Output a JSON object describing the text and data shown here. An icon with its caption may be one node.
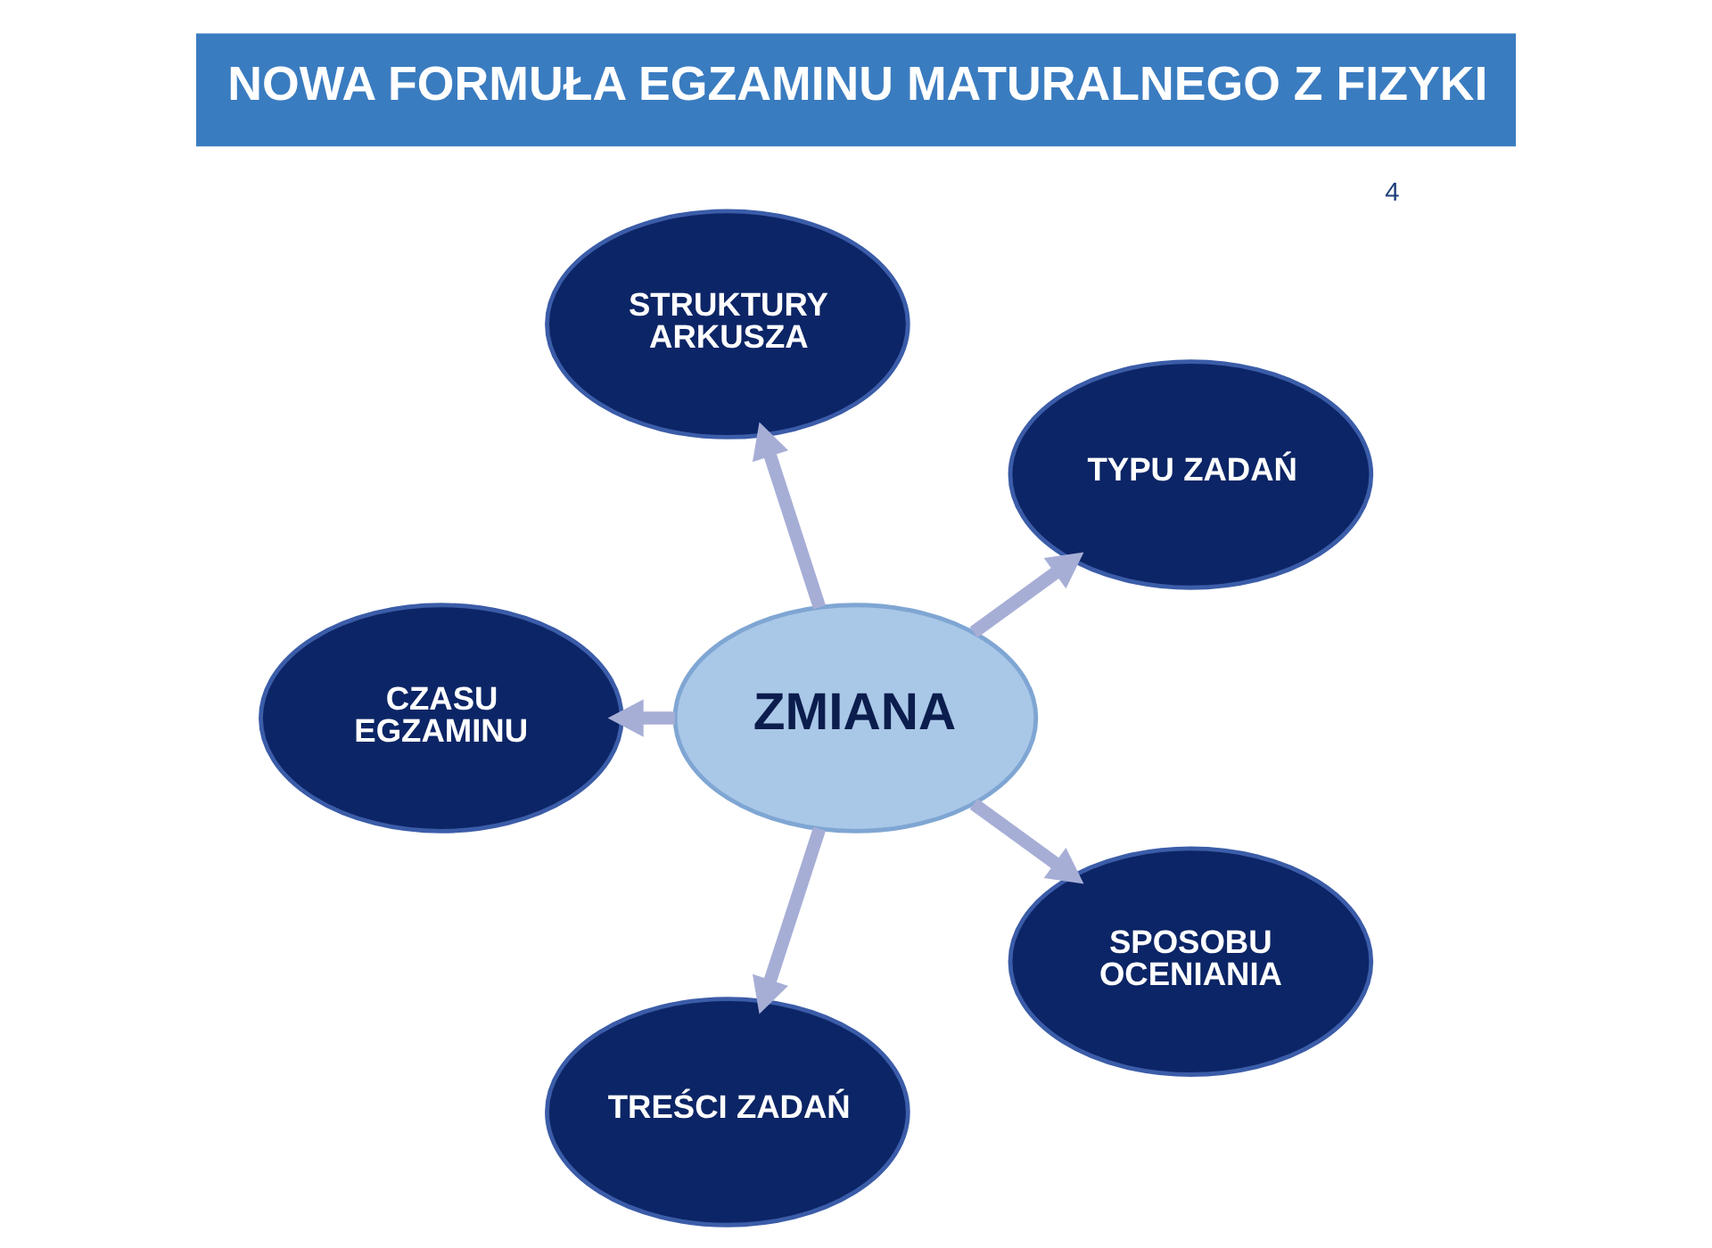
{
  "diagram": {
    "title": "NOWA FORMUŁA EGZAMINU MATURALNEGO Z FIZYKI",
    "nodes": [
      {
        "text": [
          "STRUKTURY ARKUSZA"
        ]
      },
      {
        "text": [
          "CZASU EGZAMINU"
        ]
      },
      {
        "text": [
          "ZMIANA"
        ]
      },
      {
        "text": [
          "TYPU ZADAŃ"
        ]
      },
      {
        "text": [
          "TREŚCI ZADAŃ"
        ]
      },
      {
        "text": [
          "SPOSOBU OCENIANIA"
        ]
      }
    ],
    "edges": [
      {
        "from": 2,
        "to": 0,
        "arrow": "to"
      },
      {
        "from": 2,
        "to": 1,
        "arrow": "to"
      },
      {
        "from": 2,
        "to": 3,
        "arrow": "to"
      },
      {
        "from": 2,
        "to": 4,
        "arrow": "to"
      },
      {
        "from": 2,
        "to": 5,
        "arrow": "to"
      }
    ],
    "labels": [
      "4"
    ]
  }
}
